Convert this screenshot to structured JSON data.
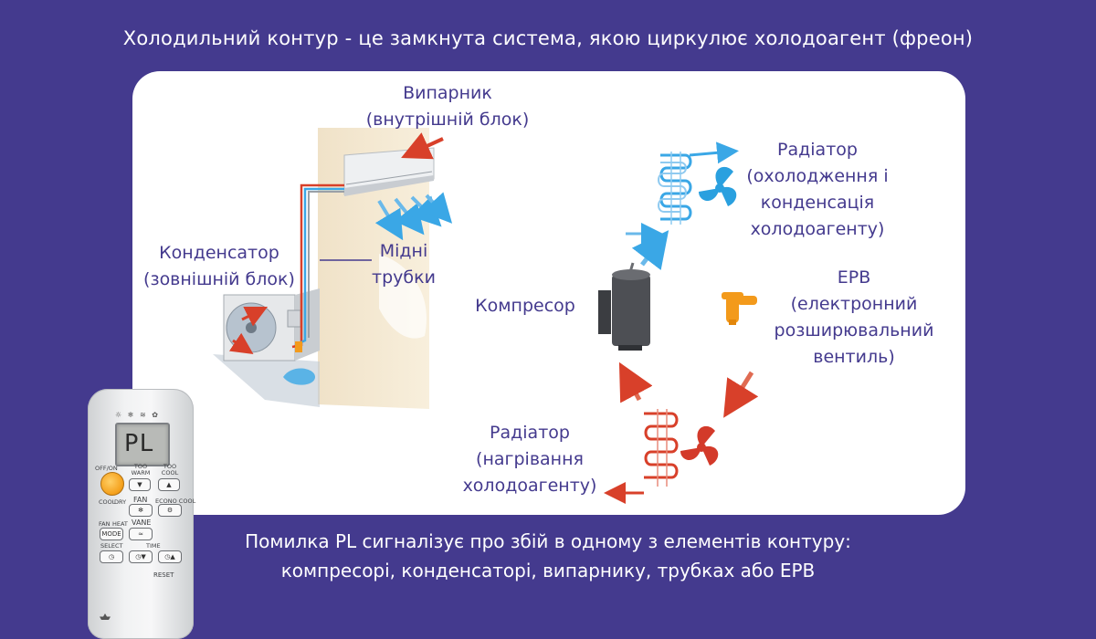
{
  "header": {
    "title": "Холодильний контур - це замкнута система, якою циркулює холодоагент (фреон)"
  },
  "labels": {
    "evaporator": [
      "Випарник",
      "(внутрішній блок)"
    ],
    "condenser": [
      "Конденсатор",
      "(зовнішній блок)"
    ],
    "pipes": [
      "Мідні",
      "трубки"
    ],
    "compressor": [
      "Компресор"
    ],
    "radiator_cool": [
      "Радіатор",
      "(охолодження і",
      "конденсація",
      "холодоагенту)"
    ],
    "epv": [
      "ЕРВ",
      "(електронний",
      "розширювальний",
      "вентиль)"
    ],
    "radiator_heat": [
      "Радіатор",
      "(нагрівання",
      "холодоагенту)"
    ]
  },
  "footer": {
    "lines": [
      "Помилка PL сигналізує про збій в одному з елементів контуру:",
      "компресорі, конденсаторі, випарнику, трубках або ЕРВ"
    ]
  },
  "remote": {
    "display_code": "PL",
    "icons_row": "☼ ❄ ≋ ✿",
    "labels": {
      "off_on": "OFF/ON",
      "too_warm": "TOO WARM",
      "too_cool": "TOO COOL",
      "cool": "COOL",
      "dry": "DRY",
      "fan_mode": "FAN",
      "heat": "HEAT",
      "mode": "MODE",
      "fan": "FAN",
      "econo_cool": "ECONO COOL",
      "vane": "VANE",
      "select": "SELECT",
      "time": "TIME",
      "reset": "RESET"
    }
  },
  "colors": {
    "background": "#443a8e",
    "label_text": "#443a8e",
    "cold_arrow": "#3aa7e6",
    "hot_arrow": "#d8402a",
    "fan_cold": "#2aa0df",
    "fan_hot": "#d33a2a",
    "valve": "#f39a1b",
    "compressor": "#4d4f54"
  }
}
